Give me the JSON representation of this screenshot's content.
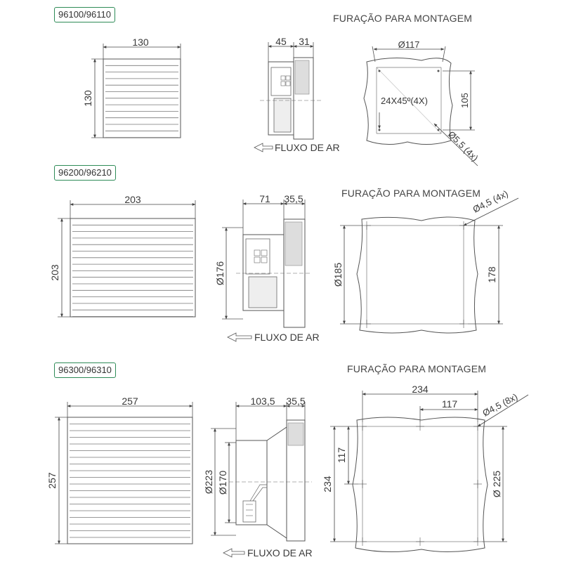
{
  "sections": [
    {
      "model": "96100/96110",
      "heading": "FURAÇÃO PARA MONTAGEM",
      "front_width": "130",
      "front_height": "130",
      "side_depth": "45",
      "side_grille": "31",
      "airflow": "FLUXO DE AR",
      "cutout_diameter": "Ø117",
      "cutout_height": "105",
      "chamfer": "24X45º(4X)",
      "hole": "Ø5,5 (4x)"
    },
    {
      "model": "96200/96210",
      "heading": "FURAÇÃO PARA MONTAGEM",
      "front_width": "203",
      "front_height": "203",
      "side_depth": "71",
      "side_grille": "35,5",
      "side_diameter": "Ø176",
      "airflow": "FLUXO DE AR",
      "cutout_left": "Ø185",
      "cutout_right": "178",
      "hole": "Ø4,5 (4x)"
    },
    {
      "model": "96300/96310",
      "heading": "FURAÇÃO PARA MONTAGEM",
      "front_width": "257",
      "front_height": "257",
      "side_depth": "103,5",
      "side_grille": "35,5",
      "side_diameter_outer": "Ø223",
      "side_diameter_inner": "Ø170",
      "airflow": "FLUXO DE AR",
      "cutout_width": "234",
      "cutout_half": "117",
      "cutout_left_small": "117",
      "cutout_height": "234",
      "cutout_right": "Ø 225",
      "hole": "Ø4,5 (8x)"
    }
  ]
}
